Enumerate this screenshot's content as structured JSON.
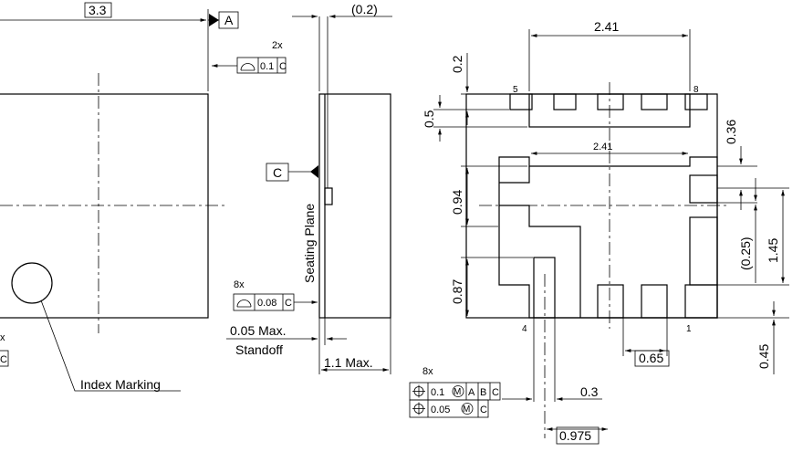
{
  "dims": {
    "top_width": "3.3",
    "side_gap": "(0.2)",
    "pad_span_top": "2.41",
    "pad_span_mid": "2.41",
    "dim_02": "0.2",
    "dim_05": "0.5",
    "dim_094": "0.94",
    "dim_087": "0.87",
    "dim_036": "0.36",
    "dim_025": "(0.25)",
    "dim_145": "1.45",
    "dim_045": "0.45",
    "dim_065": "0.65",
    "dim_03": "0.3",
    "dim_0975": "0.975",
    "max_height": "1.1 Max.",
    "standoff_value": "0.05 Max.",
    "standoff_label": "Standoff"
  },
  "labels": {
    "datum_a": "A",
    "datum_c": "C",
    "seating_plane": "Seating Plane",
    "index_marking": "Index Marking",
    "count_2x": "2x",
    "count_8x_a": "8x",
    "count_8x_b": "8x",
    "count_x": "x",
    "pin5": "5",
    "pin8": "8",
    "pin4": "4",
    "pin1": "1"
  },
  "fcf": {
    "flat_01": "0.1",
    "flat_01_ref": "C",
    "flat_008": "0.08",
    "flat_008_ref": "C",
    "pos_01": "0.1",
    "pos_01_refs": [
      "A",
      "B",
      "C"
    ],
    "pos_005": "0.05",
    "pos_005_ref": "C",
    "left_edge_ref": "C"
  }
}
